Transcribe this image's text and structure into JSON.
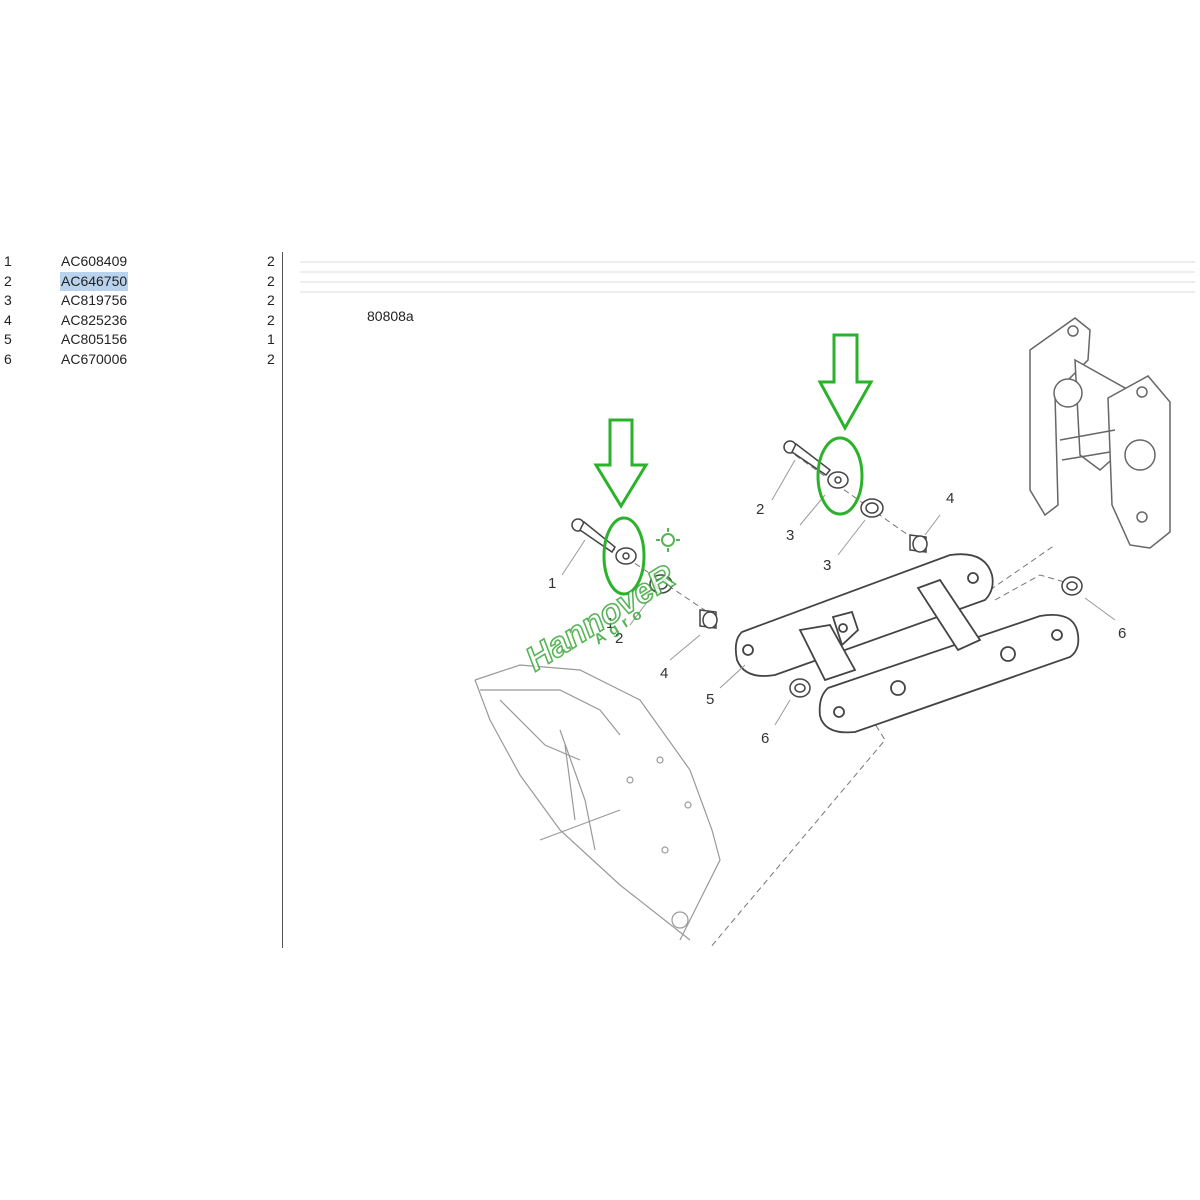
{
  "parts": [
    {
      "item": "1",
      "code": "AC608409",
      "qty": "2",
      "selected": false
    },
    {
      "item": "2",
      "code": "AC646750",
      "qty": "2",
      "selected": true
    },
    {
      "item": "3",
      "code": "AC819756",
      "qty": "2",
      "selected": false
    },
    {
      "item": "4",
      "code": "AC825236",
      "qty": "2",
      "selected": false
    },
    {
      "item": "5",
      "code": "AC805156",
      "qty": "1",
      "selected": false
    },
    {
      "item": "6",
      "code": "AC670006",
      "qty": "2",
      "selected": false
    }
  ],
  "diagram": {
    "reference": "80808a",
    "callouts": [
      "1",
      "2",
      "3",
      "4",
      "1",
      "2",
      "3",
      "4",
      "5",
      "6",
      "6"
    ]
  },
  "watermark": {
    "brand": "HannoveR",
    "sub": "Agro"
  },
  "colors": {
    "highlight": "#2bb22b",
    "selection": "#b9d3ee",
    "line_art": "#444444",
    "faint_line_art": "#bbbbbb"
  }
}
